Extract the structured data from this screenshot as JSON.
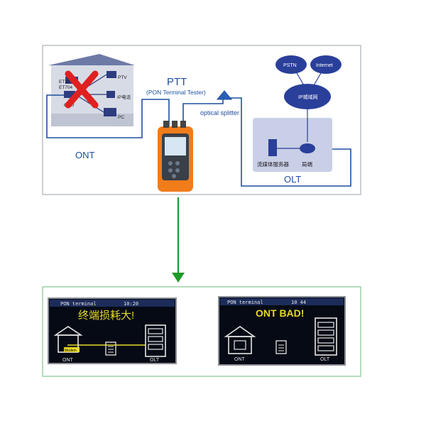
{
  "top_diagram": {
    "ptt_title": "PTT",
    "ptt_subtitle": "(PON Terminal Tester)",
    "splitter_label": "optical splitter",
    "ont_label": "ONT",
    "olt_label": "OLT",
    "house_items": {
      "et_line1": "ET25",
      "et_line2": "ET704",
      "iptv": "PTV",
      "ipphone": "IP电话",
      "onu": "ONU",
      "pc": "PC"
    },
    "network": {
      "pstn": "PSTN",
      "internet": "Internet",
      "ip_network": "IP城域网",
      "media_server": "流媒体服务器",
      "switch": "局端"
    }
  },
  "bottom_panel": {
    "screen_left": {
      "header": "PON terminal",
      "time": "10:20",
      "message": "终端损耗大!",
      "modem": "Modem",
      "ont": "ONT",
      "olt": "OLT"
    },
    "screen_right": {
      "header": "PON terminal",
      "time": "10 44",
      "message": "ONT BAD!",
      "ont": "ONT",
      "olt": "OLT"
    }
  },
  "colors": {
    "frame_blue": "#1f4fa0",
    "arrow_green": "#1f9a2a",
    "panel_border": "#7ec890",
    "cross_red": "#e02020",
    "screen_bg": "#050a14",
    "message_yellow": "#e6d82a"
  }
}
